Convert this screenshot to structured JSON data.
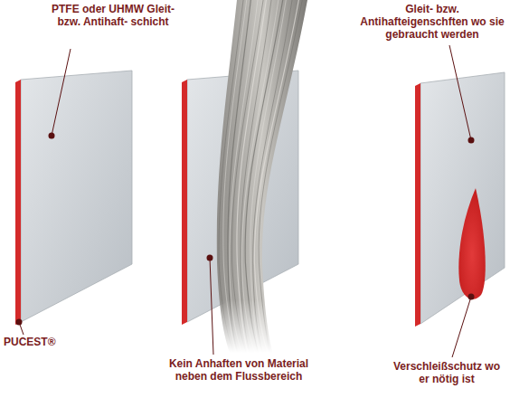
{
  "diagram": {
    "labels": [
      "PTFE oder UHMW Gleit- bzw. Antihaft- schicht",
      "PUCEST®",
      "Kein Anhaften von Material neben dem Flussbereich",
      "Gleit- bzw. Antihafteigenschften wo sie gebraucht werden",
      "Verschleißschutz wo er nötig ist"
    ]
  }
}
